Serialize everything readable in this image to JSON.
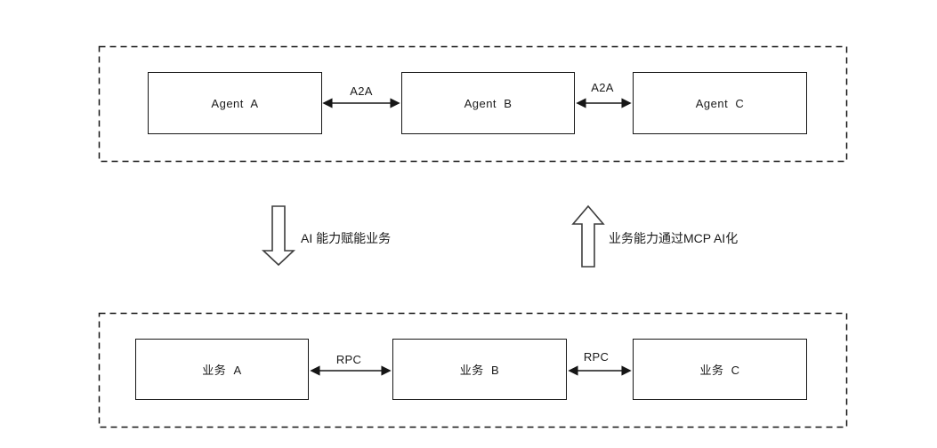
{
  "agent_layer": {
    "nodes": [
      {
        "id": "agent-a",
        "label": "Agent  A"
      },
      {
        "id": "agent-b",
        "label": "Agent  B"
      },
      {
        "id": "agent-c",
        "label": "Agent  C"
      }
    ],
    "links": [
      {
        "label": "A2A"
      },
      {
        "label": "A2A"
      }
    ]
  },
  "flows": {
    "down": {
      "label": "AI 能力赋能业务",
      "direction": "down"
    },
    "up": {
      "label": "业务能力通过MCP AI化",
      "direction": "up"
    }
  },
  "business_layer": {
    "nodes": [
      {
        "id": "biz-a",
        "label": "业务  A"
      },
      {
        "id": "biz-b",
        "label": "业务  B"
      },
      {
        "id": "biz-c",
        "label": "业务  C"
      }
    ],
    "links": [
      {
        "label": "RPC"
      },
      {
        "label": "RPC"
      }
    ]
  },
  "colors": {
    "line": "#161616",
    "block_arrow_stroke": "#3d3d3d",
    "box_fill": "#ffffff",
    "background": "#ffffff",
    "text": "#1a1a1a"
  }
}
